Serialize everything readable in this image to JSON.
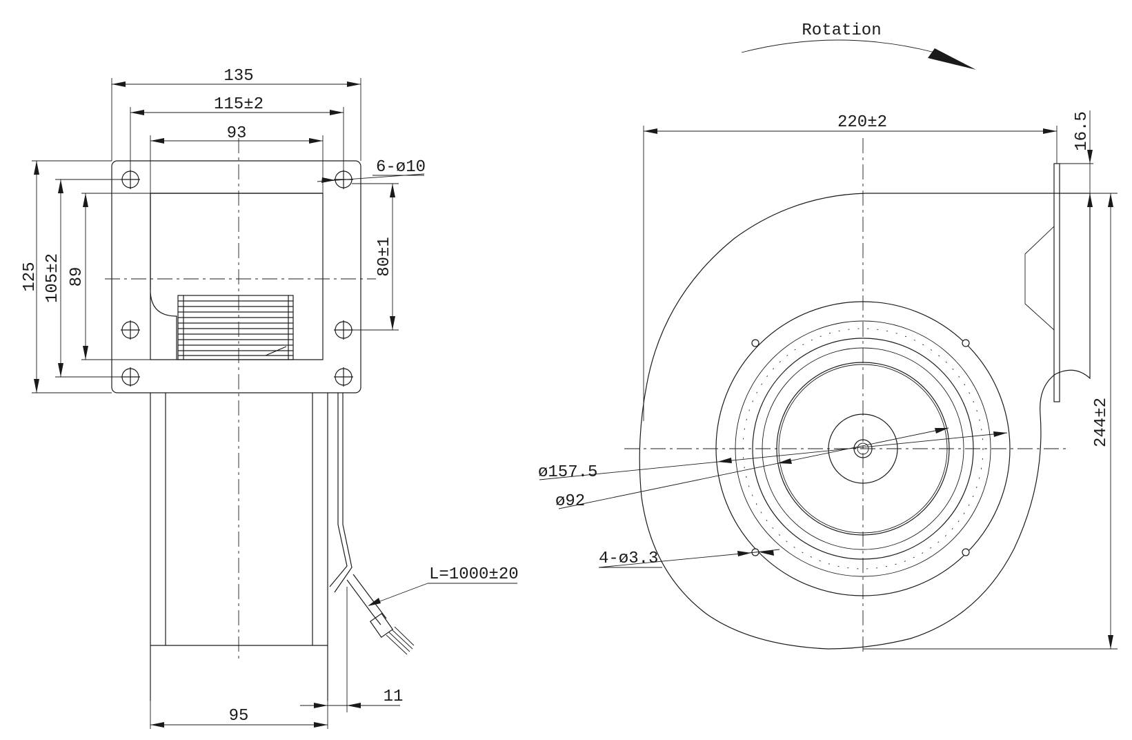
{
  "colors": {
    "ink": "#1a1a1a",
    "paper": "#ffffff"
  },
  "front_view": {
    "dim_overall_width": "135",
    "dim_hole_spacing_x": "115±2",
    "dim_outlet_width": "93",
    "dim_hole_callout": "6-ø10",
    "dim_hole_spacing_y": "80±1",
    "dim_overall_height": "125",
    "dim_outer_hole_spacing": "105±2",
    "dim_outlet_height": "89",
    "dim_cable_length": "L=1000±20",
    "dim_body_width": "95",
    "dim_flange_offset": "11"
  },
  "side_view": {
    "rotation_label": "Rotation",
    "dim_housing_width": "220±2",
    "dim_flange_thickness": "16.5",
    "dim_housing_height": "244±2",
    "dim_inlet_diameter": "ø157.5",
    "dim_motor_diameter": "ø92",
    "dim_mount_holes": "4-ø3.3"
  }
}
